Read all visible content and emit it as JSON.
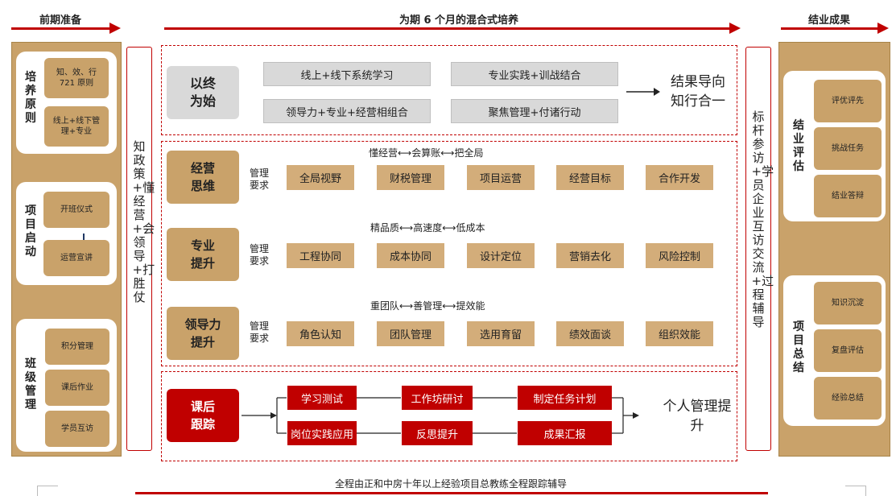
{
  "header": {
    "left": "前期准备",
    "center": "为期 6 个月的混合式培养",
    "right": "结业成果"
  },
  "left_panel": {
    "sections": [
      {
        "title": "培养原则",
        "items": [
          "知、效、行 721 原则",
          "线上+线下管理+专业"
        ]
      },
      {
        "title": "项目启动",
        "items": [
          "开班仪式",
          "运营宣讲"
        ]
      },
      {
        "title": "班级管理",
        "items": [
          "积分管理",
          "课后作业",
          "学员互访"
        ]
      }
    ]
  },
  "left_vertical": "知政策+懂经营+会领导+打胜仗",
  "right_vertical": "标杆参访+学员企业互访交流+过程辅导",
  "top_section": {
    "label": "以终为始",
    "items": [
      "线上+线下系统学习",
      "专业实践+训战结合",
      "领导力+专业+经营相组合",
      "聚焦管理+付诸行动"
    ],
    "result": "结果导向知行合一"
  },
  "rows": [
    {
      "label": "经营思维",
      "req": "管理要求",
      "chain": [
        "懂经营",
        "会算账",
        "把全局"
      ],
      "items": [
        "全局视野",
        "财税管理",
        "项目运营",
        "经营目标",
        "合作开发"
      ]
    },
    {
      "label": "专业提升",
      "req": "管理要求",
      "chain": [
        "精品质",
        "高速度",
        "低成本"
      ],
      "items": [
        "工程协同",
        "成本协同",
        "设计定位",
        "营销去化",
        "风险控制"
      ]
    },
    {
      "label": "领导力提升",
      "req": "管理要求",
      "chain": [
        "重团队",
        "善管理",
        "提效能"
      ],
      "items": [
        "角色认知",
        "团队管理",
        "选用育留",
        "绩效面谈",
        "组织效能"
      ]
    }
  ],
  "follow_up": {
    "label": "课后跟踪",
    "row1": [
      "学习测试",
      "工作坊研讨",
      "制定任务计划"
    ],
    "row2": [
      "岗位实践应用",
      "反思提升",
      "成果汇报"
    ],
    "result": "个人管理提升"
  },
  "right_panel": {
    "sections": [
      {
        "title": "结业评估",
        "items": [
          "评优评先",
          "挑战任务",
          "结业答辩"
        ]
      },
      {
        "title": "项目总结",
        "items": [
          "知识沉淀",
          "复盘评估",
          "经验总结"
        ]
      }
    ]
  },
  "footer": "全程由正和中房十年以上经验项目总教练全程跟踪辅导",
  "colors": {
    "red": "#c00000",
    "gold": "#c9a26a",
    "gray": "#d9d9d9"
  }
}
